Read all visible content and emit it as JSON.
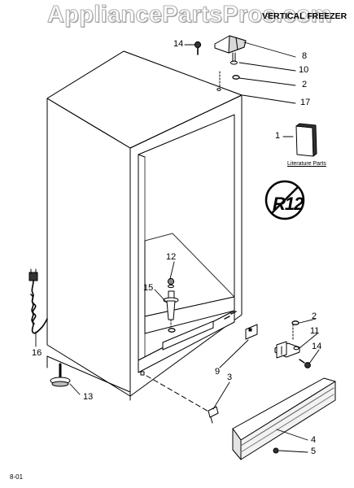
{
  "watermark": "AppliancePartsPros.com",
  "heading": "VERTICAL FREEZER",
  "literature_label": "Literature Parts",
  "refrigerant_text": "R12",
  "footer_code": "8-01",
  "callouts": {
    "c14a": "14",
    "c8": "8",
    "c10": "10",
    "c2a": "2",
    "c17": "17",
    "c1": "1",
    "c12": "12",
    "c15": "15",
    "c2b": "2",
    "c11": "11",
    "c14b": "14",
    "c9": "9",
    "c3": "3",
    "c16": "16",
    "c13": "13",
    "c4": "4",
    "c5": "5"
  }
}
